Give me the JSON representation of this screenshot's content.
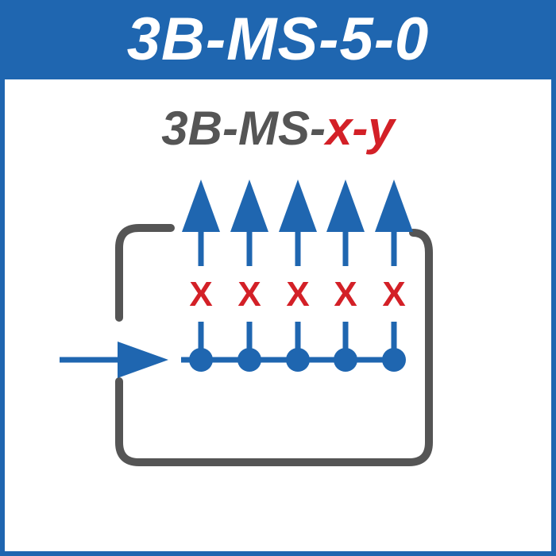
{
  "header": {
    "title": "3B-MS-5-0"
  },
  "diagram": {
    "label_prefix": "3B-MS-",
    "label_vars": "x-y",
    "outputs": [
      {
        "blocked_mark": "X"
      },
      {
        "blocked_mark": "X"
      },
      {
        "blocked_mark": "X"
      },
      {
        "blocked_mark": "X"
      },
      {
        "blocked_mark": "X"
      }
    ],
    "colors": {
      "header_bg": "#1f66b0",
      "header_text": "#ffffff",
      "arrow_blue": "#1f66b0",
      "loop_gray": "#555555",
      "mark_red": "#d32027",
      "label_gray": "#555555",
      "label_red": "#d32027"
    }
  }
}
